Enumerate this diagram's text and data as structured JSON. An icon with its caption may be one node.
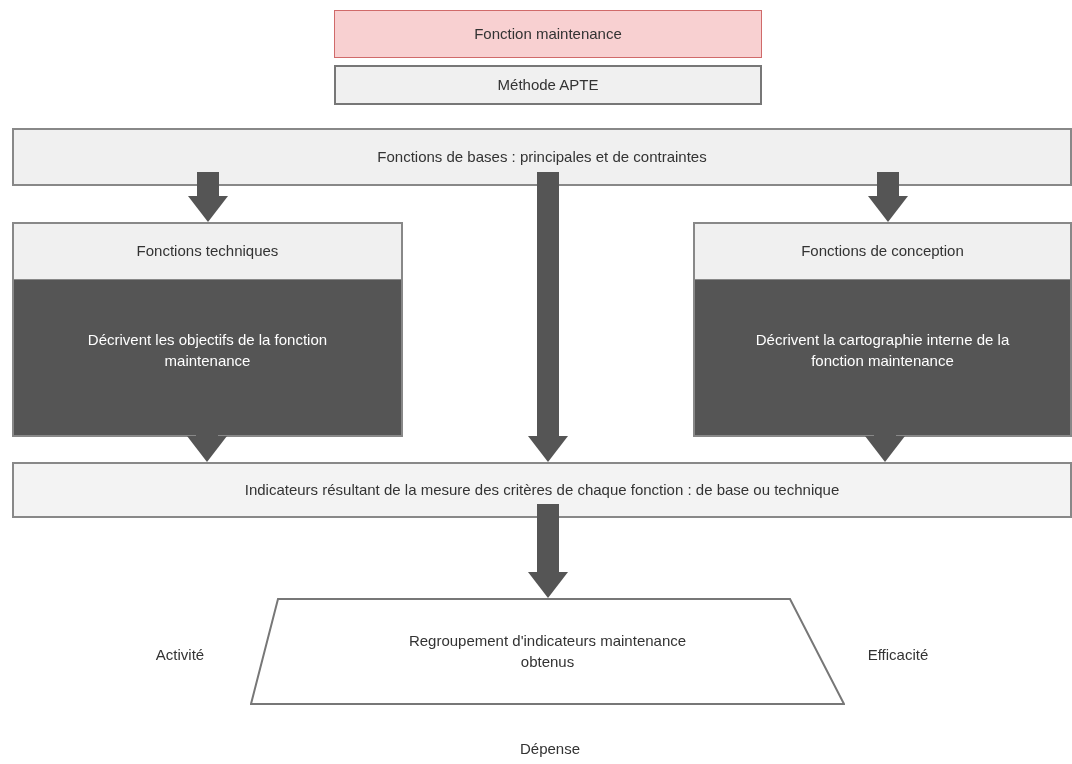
{
  "diagram": {
    "nodes": [
      {
        "text": [
          "Fonction maintenance"
        ]
      },
      {
        "text": [
          "Méthode APTE"
        ]
      },
      {
        "text": [
          "Fonctions de bases : principales et de contraintes"
        ]
      },
      {
        "text": [
          "Fonctions techniques",
          "Décrivent les objectifs de la fonction maintenance"
        ]
      },
      {
        "text": [
          "Fonctions de conception",
          "Décrivent la cartographie interne de la fonction maintenance"
        ]
      },
      {
        "text": [
          "Indicateurs résultant de la mesure des critères de chaque fonction : de base ou technique"
        ]
      },
      {
        "text": [
          "Regroupement d'indicateurs maintenance obtenus"
        ],
        "beside": [
          "Activité",
          "Efficacité",
          "Dépense"
        ]
      }
    ],
    "edges": [
      {
        "from": 2,
        "to": 3,
        "arrow": "to"
      },
      {
        "from": 2,
        "to": 5,
        "arrow": "to"
      },
      {
        "from": 2,
        "to": 4,
        "arrow": "to"
      },
      {
        "from": 3,
        "to": 5,
        "arrow": "to"
      },
      {
        "from": 4,
        "to": 5,
        "arrow": "to"
      },
      {
        "from": 5,
        "to": 6,
        "arrow": "to"
      }
    ]
  }
}
